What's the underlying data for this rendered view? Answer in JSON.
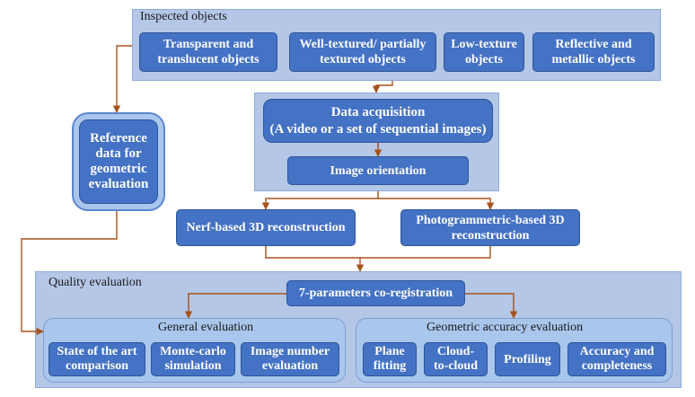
{
  "inspected": {
    "title": "Inspected objects",
    "items": [
      "Transparent and\ntranslucent objects",
      "Well-textured/ partially\ntextured objects",
      "Low-texture\nobjects",
      "Reflective and\nmetallic objects"
    ]
  },
  "reference": "Reference\ndata for\ngeometric\nevaluation",
  "acquisition": {
    "data_acquisition": "Data acquisition\n(A video or a set of sequential images)",
    "image_orientation": "Image orientation"
  },
  "reconstruction": {
    "nerf": "Nerf-based 3D reconstruction",
    "photogrammetric": "Photogrammetric-based 3D\nreconstruction"
  },
  "quality": {
    "title": "Quality evaluation",
    "coregistration": "7-parameters co-registration",
    "general": {
      "title": "General evaluation",
      "items": [
        "State of the art\ncomparison",
        "Monte-carlo\nsimulation",
        "Image number\nevaluation"
      ]
    },
    "geometric": {
      "title": "Geometric accuracy evaluation",
      "items": [
        "Plane\nfitting",
        "Cloud-\nto-cloud",
        "Profiling",
        "Accuracy and\ncompleteness"
      ]
    }
  },
  "colors": {
    "box": "#4472c4",
    "panel": "#b4c7e7",
    "arrow": "#a5521b"
  }
}
